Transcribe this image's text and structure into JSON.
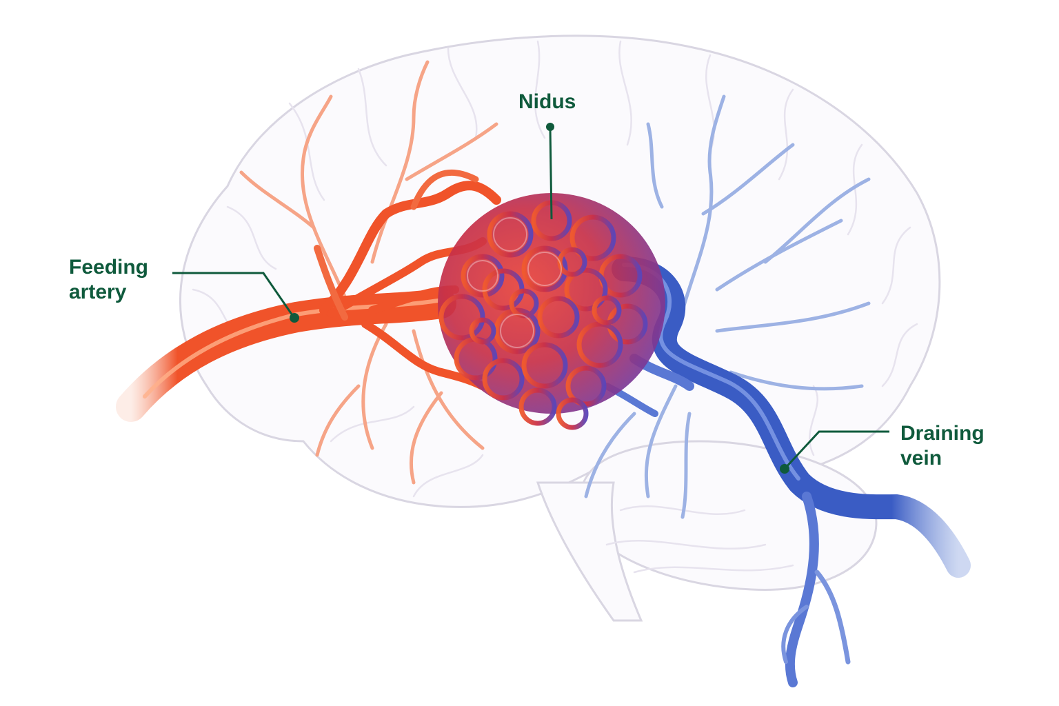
{
  "colors": {
    "label": "#0f5a3c",
    "artery": "#f0532a",
    "artery_light": "#f6a487",
    "nidus_red": "#d8323e",
    "nidus_purple": "#7a3a9e",
    "vein": "#3a5cc4",
    "vein_light": "#9db2e4",
    "brain_outline": "#d9d6e2",
    "brain_fill": "#fbfafd"
  },
  "labels": {
    "nidus": "Nidus",
    "feeding_artery": [
      "Feeding",
      "artery"
    ],
    "draining_vein": [
      "Draining",
      "vein"
    ]
  }
}
